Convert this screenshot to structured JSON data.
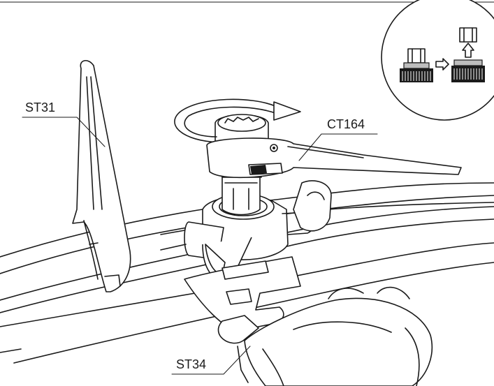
{
  "callouts": {
    "st31": "ST31",
    "ct164": "CT164",
    "st34": "ST34"
  },
  "colors": {
    "line": "#1a1a1a",
    "background": "#ffffff",
    "shade": "#bdbdbd"
  },
  "icons": [
    "arrow-right-icon",
    "arrow-up-icon",
    "rotation-arrow-icon"
  ]
}
